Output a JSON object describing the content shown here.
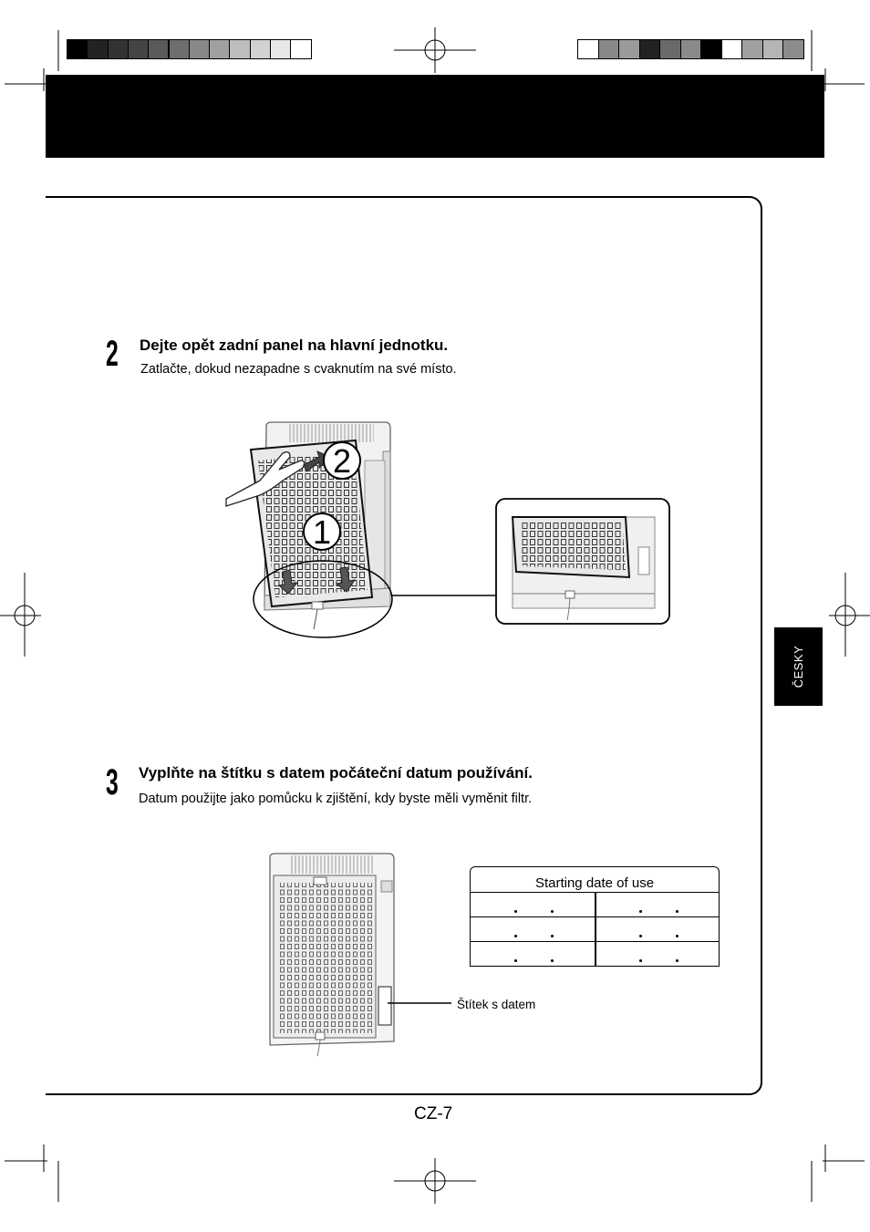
{
  "colors": {
    "header_band": "#000000",
    "tab": "#000000",
    "tab_text": "#ffffff"
  },
  "color_bar_left": [
    "#000000",
    "#222222",
    "#333333",
    "#444444",
    "#5a5a5a",
    "#6e6e6e",
    "#888888",
    "#a0a0a0",
    "#bdbdbd",
    "#d2d2d2",
    "#e8e8e8",
    "#ffffff"
  ],
  "color_bar_right": [
    "#ffffff",
    "#888888",
    "#9a9a9a",
    "#222222",
    "#6a6a6a",
    "#8a8a8a",
    "#000000",
    "#ffffff",
    "#a0a0a0",
    "#b5b5b5",
    "#8c8c8c"
  ],
  "steps": [
    {
      "number": "2",
      "title": "Dejte opět zadní panel na hlavní jednotku.",
      "text": "Zatlačte, dokud nezapadne s cvaknutím na své místo.",
      "callouts": [
        "1",
        "2"
      ]
    },
    {
      "number": "3",
      "title": "Vyplňte na štítku s datem počáteční datum používání.",
      "text": "Datum použijte jako pomůcku k zjištění, kdy byste měli vyměnit filtr."
    }
  ],
  "date_label": {
    "title": "Starting date of use",
    "rows": 3,
    "columns": 2
  },
  "date_callout": "Štítek s datem",
  "language_tab": "ČESKY",
  "page_number": "CZ-7"
}
